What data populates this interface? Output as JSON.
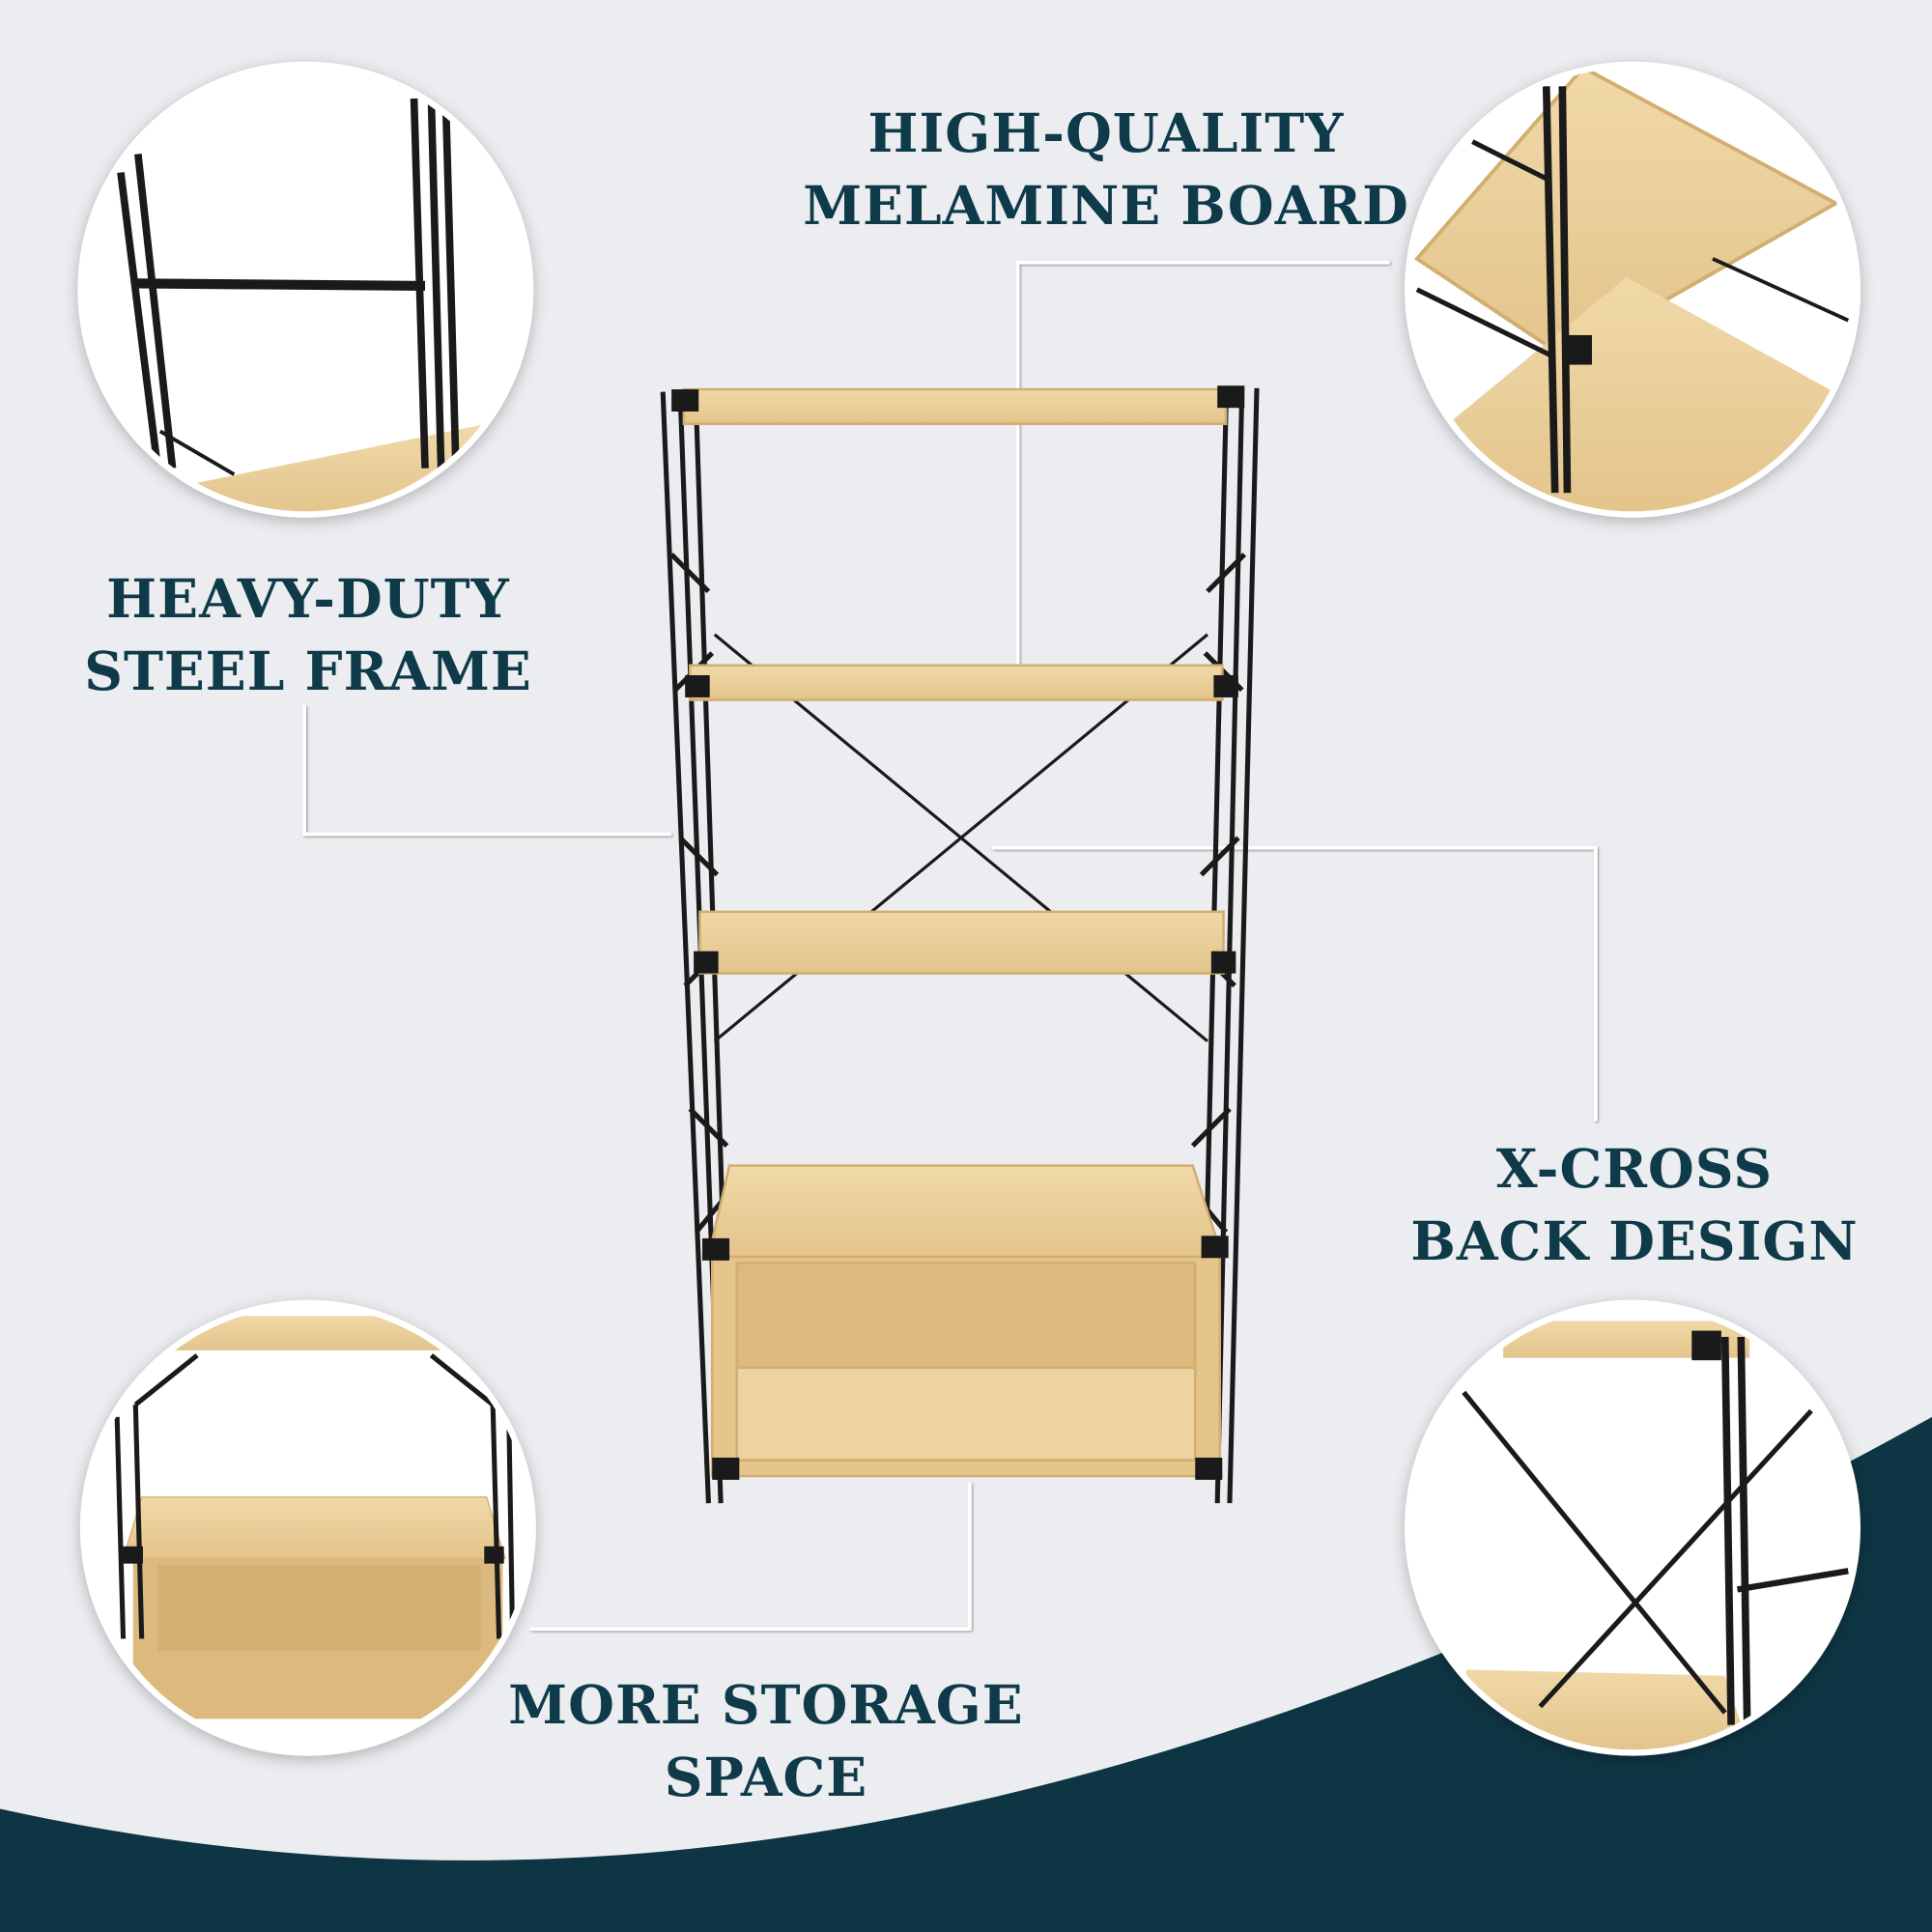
{
  "colors": {
    "background": "#ecedf0",
    "accent_dark": "#0e3543",
    "heading": "#0e3a4a",
    "wood": "#ecd3a0",
    "wood_edge": "#d9b77a",
    "frame": "#1a1a1a"
  },
  "features": [
    {
      "line1": "HIGH-QUALITY",
      "line2": "MELAMINE BOARD"
    },
    {
      "line1": "HEAVY-DUTY",
      "line2": "STEEL FRAME"
    },
    {
      "line1": "X-CROSS",
      "line2": "BACK DESIGN"
    },
    {
      "line1": "MORE STORAGE",
      "line2": "SPACE"
    }
  ]
}
